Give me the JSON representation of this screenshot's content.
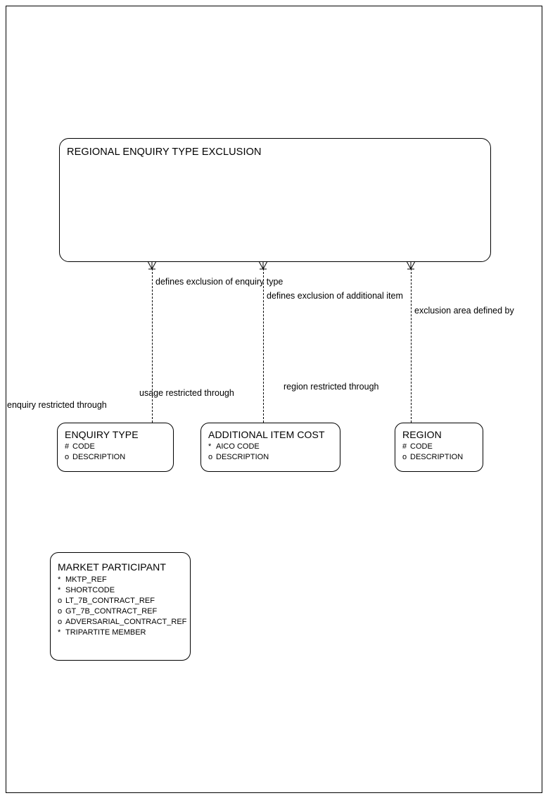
{
  "diagram": {
    "type": "entity-relationship",
    "title": "REGIONAL ENQUIRY TYPE EXCLUSION",
    "page_border_color": "#000000",
    "background_color": "#ffffff",
    "line_color": "#000000"
  },
  "entities": [
    {
      "id": "regional-enquiry-type-exclusion",
      "name": "REGIONAL ENQUIRY TYPE EXCLUSION",
      "attributes": []
    },
    {
      "id": "enquiry-type",
      "name": "ENQUIRY TYPE",
      "attributes": [
        {
          "marker": "#",
          "name": "CODE"
        },
        {
          "marker": "o",
          "name": "DESCRIPTION"
        }
      ]
    },
    {
      "id": "additional-item-cost",
      "name": "ADDITIONAL ITEM COST",
      "attributes": [
        {
          "marker": "*",
          "name": "AICO CODE"
        },
        {
          "marker": "o",
          "name": "DESCRIPTION"
        }
      ]
    },
    {
      "id": "region",
      "name": "REGION",
      "attributes": [
        {
          "marker": "#",
          "name": "CODE"
        },
        {
          "marker": "o",
          "name": "DESCRIPTION"
        }
      ]
    },
    {
      "id": "market-participant",
      "name": "MARKET PARTICIPANT",
      "attributes": [
        {
          "marker": "*",
          "name": "MKTP_REF"
        },
        {
          "marker": "*",
          "name": "SHORTCODE"
        },
        {
          "marker": "o",
          "name": "LT_7B_CONTRACT_REF"
        },
        {
          "marker": "o",
          "name": "GT_7B_CONTRACT_REF"
        },
        {
          "marker": "o",
          "name": "ADVERSARIAL_CONTRACT_REF"
        },
        {
          "marker": "*",
          "name": "TRIPARTITE MEMBER"
        }
      ]
    }
  ],
  "relationships": [
    {
      "id": "enquiry-type-relationship",
      "top_label": "defines exclusion of enquiry type",
      "bottom_label": "enquiry restricted through",
      "from": "REGIONAL ENQUIRY TYPE EXCLUSION",
      "to": "ENQUIRY TYPE"
    },
    {
      "id": "additional-item-relationship",
      "top_label": "defines exclusion of additional item",
      "bottom_label": "usage restricted through",
      "from": "REGIONAL ENQUIRY TYPE EXCLUSION",
      "to": "ADDITIONAL ITEM COST"
    },
    {
      "id": "region-relationship",
      "top_label": "exclusion area defined by",
      "bottom_label": "region restricted through",
      "from": "REGIONAL ENQUIRY TYPE EXCLUSION",
      "to": "REGION"
    }
  ]
}
